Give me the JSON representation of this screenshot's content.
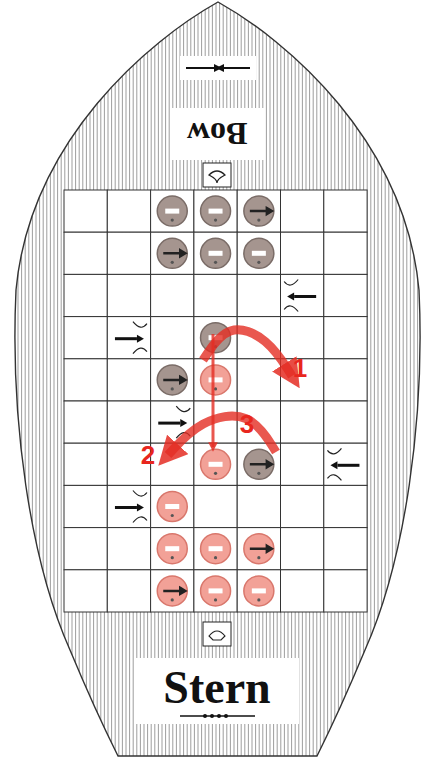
{
  "diagram": {
    "labels": [
      "Bow",
      "Stern",
      "1",
      "2",
      "3"
    ]
  }
}
